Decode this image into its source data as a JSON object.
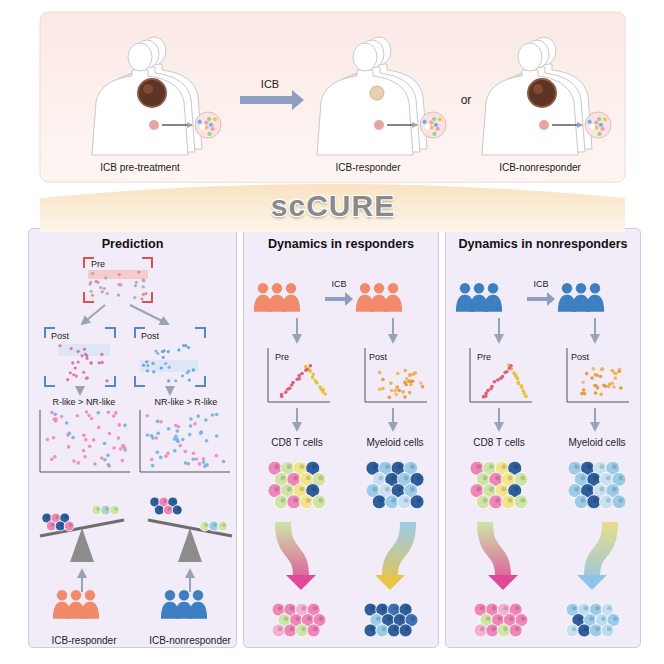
{
  "diagram": {
    "nodes": [
      {
        "text": [
          "Prediction"
        ]
      },
      {
        "text": [
          "Dynamics in responders"
        ]
      },
      {
        "text": [
          "Dynamics in nonresponders"
        ]
      }
    ],
    "labels": [
      "ICB pre-treatment",
      "ICB",
      "ICB-responder",
      "or",
      "ICB-nonresponder",
      "scCURE",
      "Pre",
      "Post",
      "Post",
      "R-like > NR-like",
      "NR-like > R-like",
      "ICB-responder",
      "ICB-nonresponder",
      "ICB",
      "Pre",
      "Post",
      "CD8 T cells",
      "Myeloid cells",
      "ICB",
      "Pre",
      "Post",
      "CD8 T cells",
      "Myeloid cells"
    ]
  }
}
